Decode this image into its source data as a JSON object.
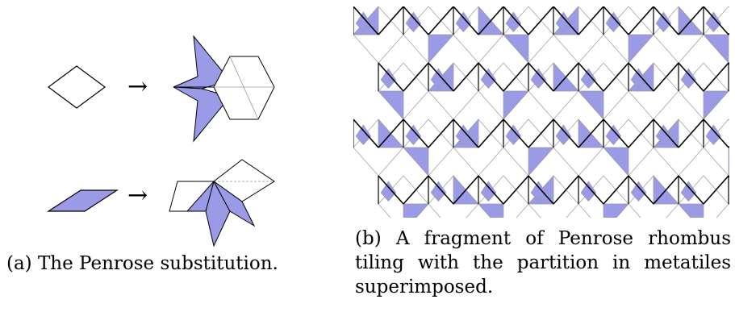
{
  "figure_a": {
    "caption": "(a) The Penrose substitution.",
    "arrow_symbol": "→"
  },
  "figure_b": {
    "caption_line1": "(b) A fragment of Penrose rhombus",
    "caption_line2": "tiling with the partition in metatiles",
    "caption_line3": "superimposed."
  },
  "colors": {
    "tile_fill": "#9a9ae6",
    "thin_edge": "#999999",
    "thick_edge": "#000000"
  }
}
